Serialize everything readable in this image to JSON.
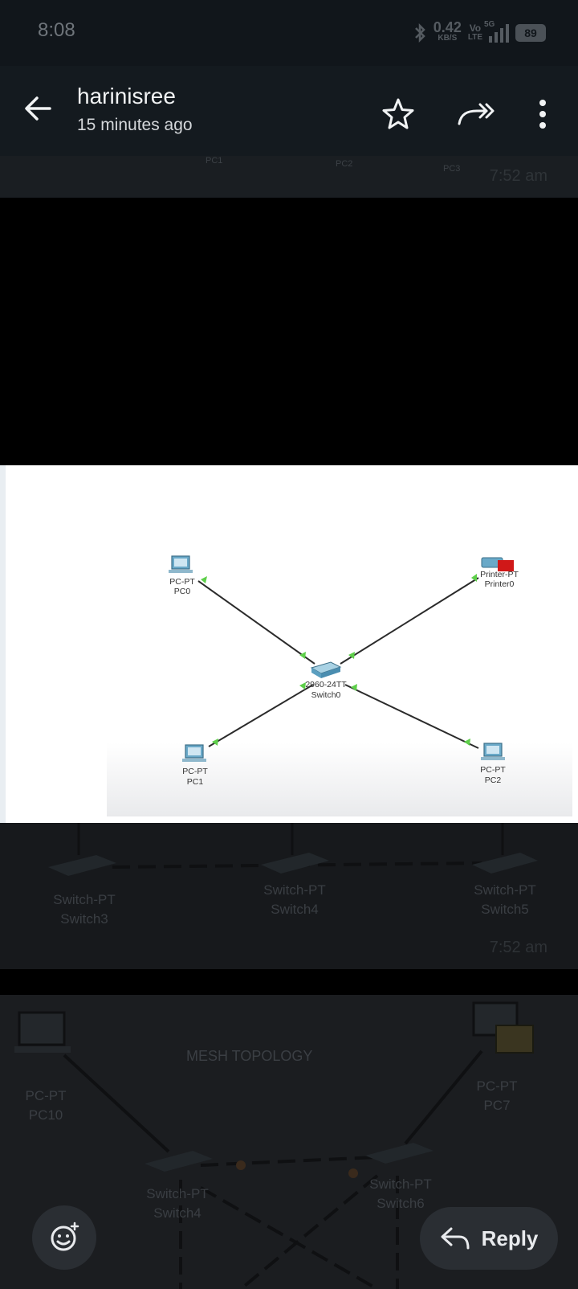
{
  "status_bar": {
    "time": "8:08",
    "net_speed": "0.42",
    "net_unit": "KB/S",
    "volte_top": "Vo",
    "volte_bottom": "LTE",
    "network": "5G",
    "battery": "89"
  },
  "header": {
    "sender": "harinisree",
    "time_ago": "15 minutes ago",
    "back_icon": "arrow-left-icon",
    "star_icon": "star-outline-icon",
    "forward_icon": "forward-arrow-icon",
    "more_icon": "more-vert-icon"
  },
  "background_messages": {
    "top_strip": {
      "labels": [
        "PC1",
        "PC2",
        "PC3"
      ],
      "time": "7:52 am"
    },
    "middle_strip": {
      "nodes": [
        {
          "type": "Switch-PT",
          "name": "Switch3"
        },
        {
          "type": "Switch-PT",
          "name": "Switch4"
        },
        {
          "type": "Switch-PT",
          "name": "Switch5"
        }
      ],
      "time": "7:52 am"
    },
    "bottom_strip": {
      "title": "MESH TOPOLOGY",
      "nodes": [
        {
          "type": "PC-PT",
          "name": "PC10"
        },
        {
          "type": "PC-PT",
          "name": "PC7"
        },
        {
          "type": "Switch-PT",
          "name": "Switch4"
        },
        {
          "type": "Switch-PT",
          "name": "Switch6"
        }
      ]
    }
  },
  "image": {
    "nodes": [
      {
        "type": "PC-PT",
        "name": "PC0"
      },
      {
        "type": "Printer-PT",
        "name": "Printer0"
      },
      {
        "type": "2960-24TT",
        "name": "Switch0"
      },
      {
        "type": "PC-PT",
        "name": "PC1"
      },
      {
        "type": "PC-PT",
        "name": "PC2"
      }
    ],
    "colors": {
      "link": "#2b2b2b",
      "port_up": "#5ecf4a",
      "device": "#5b9fc0",
      "printer_accent": "#d01818"
    }
  },
  "actions": {
    "emoji_icon": "add-reaction-icon",
    "reply_icon": "reply-arrow-icon",
    "reply_label": "Reply"
  }
}
